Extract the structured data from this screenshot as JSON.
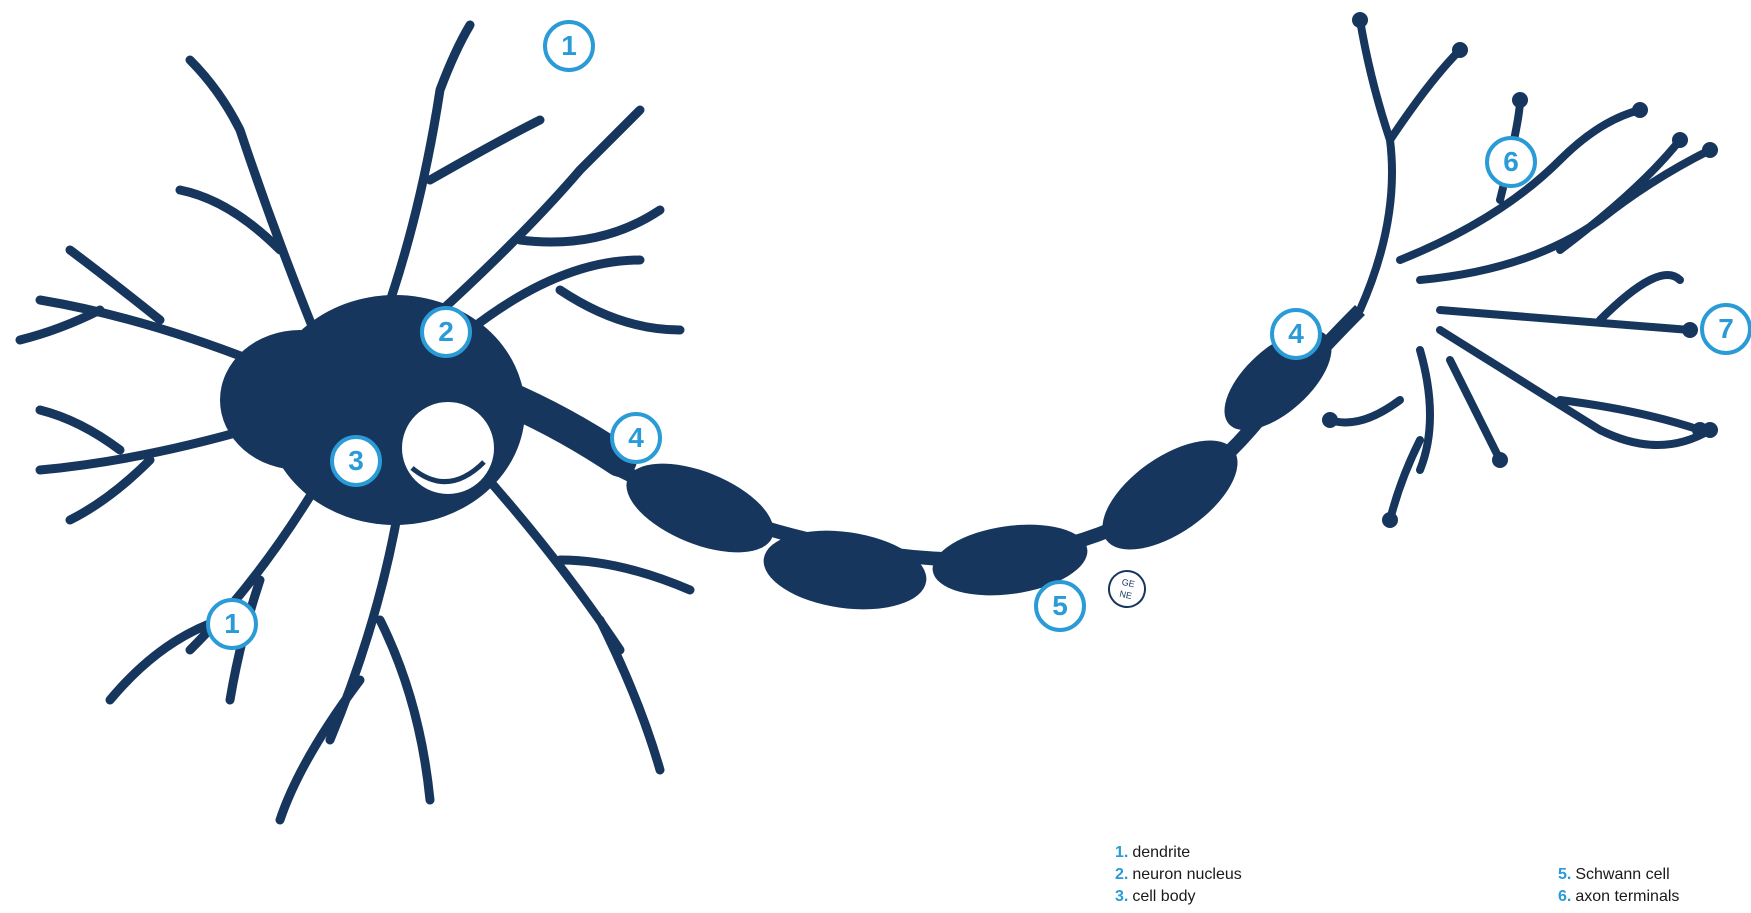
{
  "markers": [
    "1",
    "2",
    "3",
    "4",
    "5",
    "6",
    "7"
  ],
  "legend": [
    {
      "num": "1.",
      "text": "dendrite"
    },
    {
      "num": "2.",
      "text": "neuron nucleus"
    },
    {
      "num": "3.",
      "text": "cell body"
    },
    {
      "num": "5.",
      "text": "Schwann cell"
    },
    {
      "num": "6.",
      "text": "axon terminals"
    }
  ],
  "signature_stamp": "GE NE",
  "colors": {
    "ink": "#17365d",
    "accent": "#2a9bd6",
    "background": "#ffffff"
  }
}
